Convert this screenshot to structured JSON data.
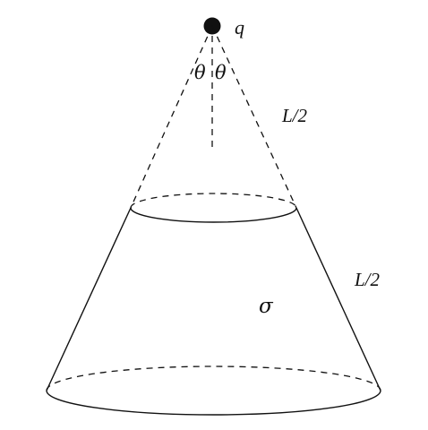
{
  "labels": {
    "charge": "q",
    "half_angle_left": "θ",
    "half_angle_right": "θ",
    "upper_length": "L/2",
    "lower_length": "L/2",
    "surface_density": "σ"
  },
  "colors": {
    "stroke": "#111111",
    "charge_fill": "#111111",
    "background": "#ffffff"
  }
}
